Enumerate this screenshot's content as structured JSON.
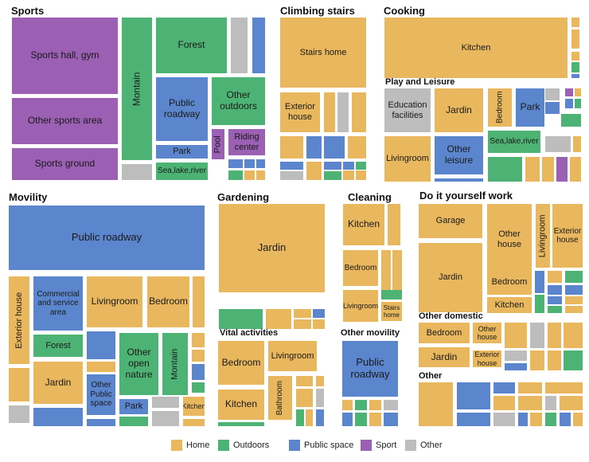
{
  "colors": {
    "Home": "#E8B75E",
    "Outdoors": "#4DB374",
    "Public space": "#5B86CD",
    "Sport": "#9B5FB4",
    "Other": "#BDBDBD"
  },
  "chart_data": {
    "type": "treemap",
    "legend_position": "bottom-center",
    "legend": [
      "Home",
      "Outdoors",
      "Public space",
      "Sport",
      "Other"
    ],
    "groups": [
      {
        "title": "Sports",
        "cells": [
          {
            "label": "Sports hall, gym",
            "category": "Sport"
          },
          {
            "label": "Other sports area",
            "category": "Sport"
          },
          {
            "label": "Sports ground",
            "category": "Sport"
          },
          {
            "label": "Montain",
            "category": "Outdoors"
          },
          {
            "label": "Forest",
            "category": "Outdoors"
          },
          {
            "label": "Public roadway",
            "category": "Public space"
          },
          {
            "label": "Other outdoors",
            "category": "Outdoors"
          },
          {
            "label": "Park",
            "category": "Public space"
          },
          {
            "label": "Pool",
            "category": "Sport"
          },
          {
            "label": "Riding center",
            "category": "Sport"
          },
          {
            "label": "Sea,lake,river",
            "category": "Outdoors"
          }
        ]
      },
      {
        "title": "Climbing stairs",
        "cells": [
          {
            "label": "Stairs home",
            "category": "Home"
          },
          {
            "label": "Exterior house",
            "category": "Home"
          }
        ]
      },
      {
        "title": "Cooking",
        "cells": [
          {
            "label": "Kitchen",
            "category": "Home"
          }
        ]
      },
      {
        "title": "Play and Leisure",
        "cells": [
          {
            "label": "Education facilities",
            "category": "Other"
          },
          {
            "label": "Jardin",
            "category": "Home"
          },
          {
            "label": "Bedroom",
            "category": "Home"
          },
          {
            "label": "Park",
            "category": "Public space"
          },
          {
            "label": "Livingroom",
            "category": "Home"
          },
          {
            "label": "Other leisure",
            "category": "Public space"
          },
          {
            "label": "Sea,lake,river",
            "category": "Outdoors"
          }
        ]
      },
      {
        "title": "Movility",
        "cells": [
          {
            "label": "Public roadway",
            "category": "Public space"
          },
          {
            "label": "Exterior house",
            "category": "Home"
          },
          {
            "label": "Commercial and service area",
            "category": "Public space"
          },
          {
            "label": "Livingroom",
            "category": "Home"
          },
          {
            "label": "Bedroom",
            "category": "Home"
          },
          {
            "label": "Forest",
            "category": "Outdoors"
          },
          {
            "label": "Other open nature",
            "category": "Outdoors"
          },
          {
            "label": "Montain",
            "category": "Outdoors"
          },
          {
            "label": "Jardin",
            "category": "Home"
          },
          {
            "label": "Other Public space",
            "category": "Public space"
          },
          {
            "label": "Park",
            "category": "Public space"
          },
          {
            "label": "Kitchen",
            "category": "Home"
          }
        ]
      },
      {
        "title": "Gardening",
        "cells": [
          {
            "label": "Jardin",
            "category": "Home"
          }
        ]
      },
      {
        "title": "Vital activities",
        "cells": [
          {
            "label": "Bedroom",
            "category": "Home"
          },
          {
            "label": "Livingroom",
            "category": "Home"
          },
          {
            "label": "Kitchen",
            "category": "Home"
          },
          {
            "label": "Bathroom",
            "category": "Home"
          }
        ]
      },
      {
        "title": "Cleaning",
        "cells": [
          {
            "label": "Kitchen",
            "category": "Home"
          },
          {
            "label": "Bedroom",
            "category": "Home"
          },
          {
            "label": "Livingroom",
            "category": "Home"
          },
          {
            "label": "Stairs home",
            "category": "Home"
          }
        ]
      },
      {
        "title": "Other movility",
        "cells": [
          {
            "label": "Public roadway",
            "category": "Public space"
          }
        ]
      },
      {
        "title": "Do it yourself work",
        "cells": [
          {
            "label": "Garage",
            "category": "Home"
          },
          {
            "label": "Other house",
            "category": "Home"
          },
          {
            "label": "Livingroom",
            "category": "Home"
          },
          {
            "label": "Exterior house",
            "category": "Home"
          },
          {
            "label": "Jardin",
            "category": "Home"
          },
          {
            "label": "Bedroom",
            "category": "Home"
          },
          {
            "label": "Kitchen",
            "category": "Home"
          }
        ]
      },
      {
        "title": "Other domestic",
        "cells": [
          {
            "label": "Bedroom",
            "category": "Home"
          },
          {
            "label": "Other house",
            "category": "Home"
          },
          {
            "label": "Jardin",
            "category": "Home"
          },
          {
            "label": "Exterior house",
            "category": "Home"
          }
        ]
      },
      {
        "title": "Other",
        "cells": []
      }
    ]
  }
}
